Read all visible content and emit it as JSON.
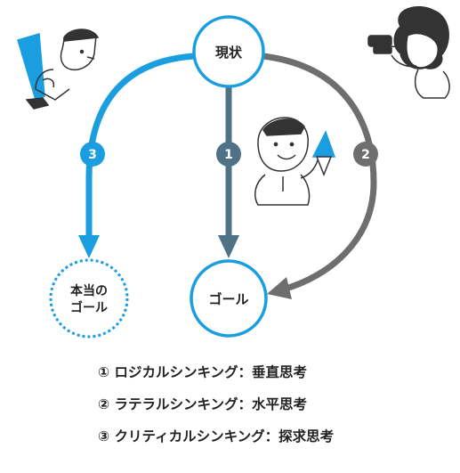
{
  "nodes": {
    "current": "現状",
    "goal": "ゴール",
    "true_goal_line1": "本当の",
    "true_goal_line2": "ゴール"
  },
  "badges": {
    "vertical": "1",
    "lateral": "2",
    "critical": "3"
  },
  "legend": [
    "① ロジカルシンキング：垂直思考",
    "② ラテラルシンキング：水平思考",
    "③ クリティカルシンキング：探求思考"
  ],
  "colors": {
    "blue": "#1b9ee0",
    "slate": "#4f7287",
    "gray": "#6e6e6e",
    "text": "#222222"
  },
  "icons": [
    "person-with-bat-icon",
    "person-with-binoculars-icon",
    "person-with-ice-cream-icon"
  ]
}
